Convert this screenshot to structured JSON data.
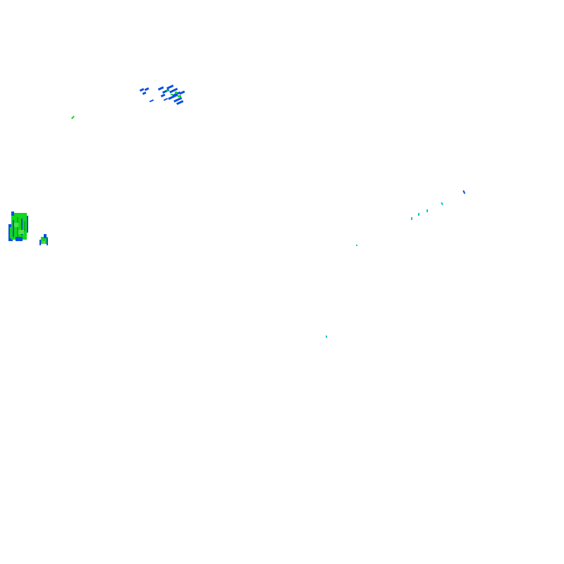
{
  "layer": {
    "type": "radar-reflectivity-overlay",
    "background": "transparent-white",
    "palette": {
      "light": "#00c8d8",
      "moderate": "#0a4fe0",
      "heavy": "#12d81a"
    }
  },
  "echo_clusters": [
    {
      "name": "echo-cluster-northwest",
      "intensities": [
        "moderate",
        "heavy"
      ]
    },
    {
      "name": "echo-speck-small",
      "intensities": [
        "heavy"
      ]
    },
    {
      "name": "echo-cluster-west-large",
      "intensities": [
        "moderate",
        "heavy"
      ]
    },
    {
      "name": "echo-cluster-west-small",
      "intensities": [
        "moderate",
        "heavy"
      ]
    },
    {
      "name": "echo-scatter-east",
      "intensities": [
        "light",
        "moderate"
      ]
    },
    {
      "name": "echo-speck-center",
      "intensities": [
        "light"
      ]
    }
  ]
}
